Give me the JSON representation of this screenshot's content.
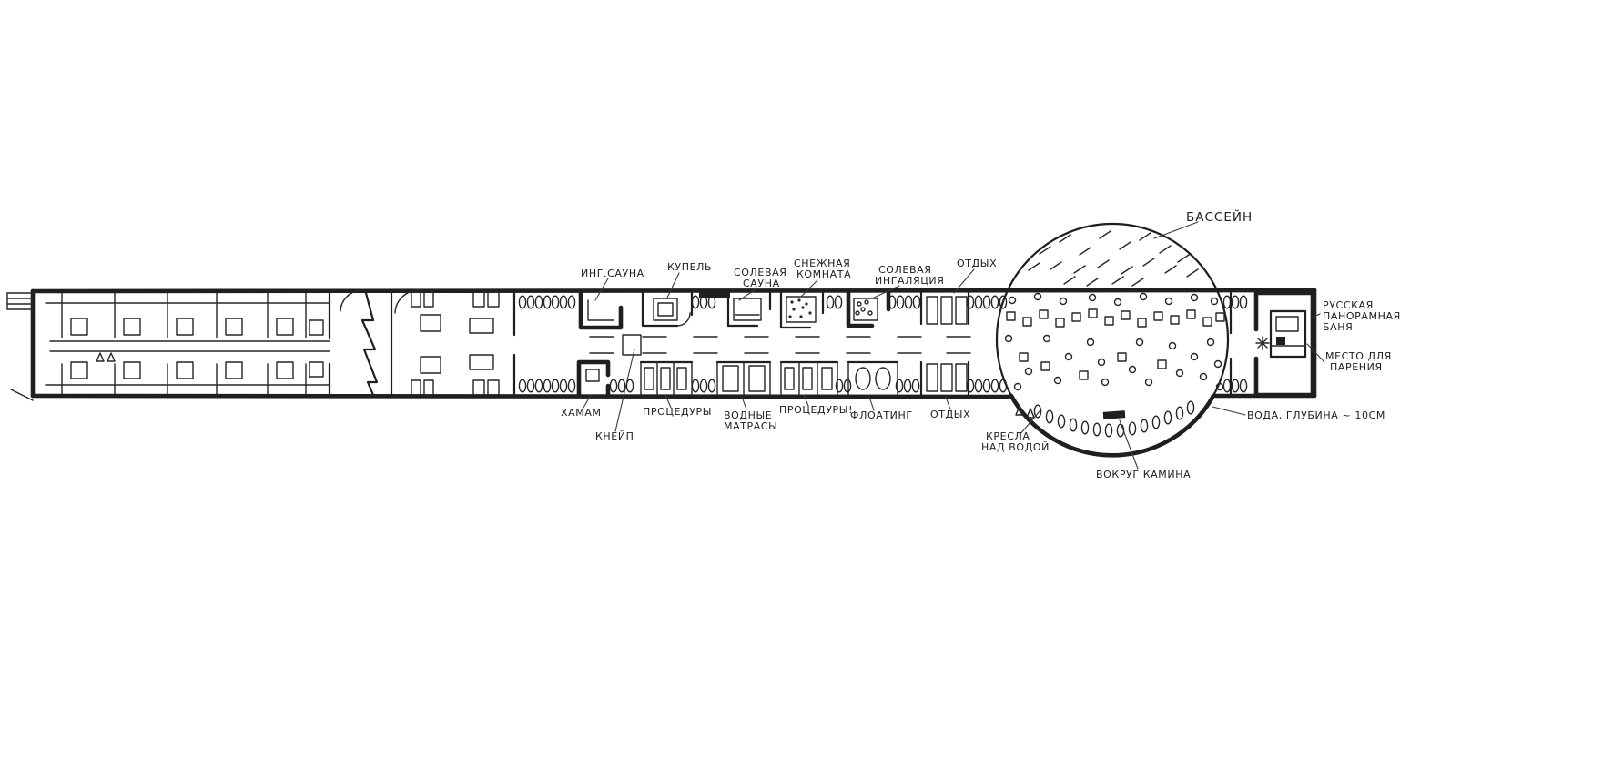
{
  "colors": {
    "ink": "#1f1f1f",
    "paper": "#ffffff"
  },
  "labels": {
    "ing_sauna": "ИНГ.САУНА",
    "kupel": "КУПЕЛЬ",
    "salt_sauna_l1": "СОЛЕВАЯ",
    "salt_sauna_l2": "САУНА",
    "snow_room_l1": "СНЕЖНАЯ",
    "snow_room_l2": "КОМНАТА",
    "salt_inhalation_l1": "СОЛЕВАЯ",
    "salt_inhalation_l2": "ИНГАЛЯЦИЯ",
    "rest_top": "ОТДЫХ",
    "pool": "БАССЕЙН",
    "hammam": "ХАМАМ",
    "kneipp": "КНЕЙП",
    "procedures_left": "ПРОЦЕДУРЫ",
    "water_mattresses_l1": "ВОДНЫЕ",
    "water_mattresses_l2": "МАТРАСЫ",
    "procedures_right": "ПРОЦЕДУРЫ!",
    "floating": "ФЛОАТИНГ",
    "rest_bottom": "ОТДЫХ",
    "chairs_over_water_l1": "КРЕСЛА",
    "chairs_over_water_l2": "НАД ВОДОЙ",
    "around_fireplace": "ВОКРУГ КАМИНА",
    "water_depth": "ВОДА, ГЛУБИНА ~ 10СМ",
    "russian_banya_l1": "РУССКАЯ",
    "russian_banya_l2": "ПАНОРАМНАЯ",
    "russian_banya_l3": "БАНЯ",
    "steaming_place_l1": "МЕСТО ДЛЯ",
    "steaming_place_l2": "ПАРЕНИЯ"
  }
}
